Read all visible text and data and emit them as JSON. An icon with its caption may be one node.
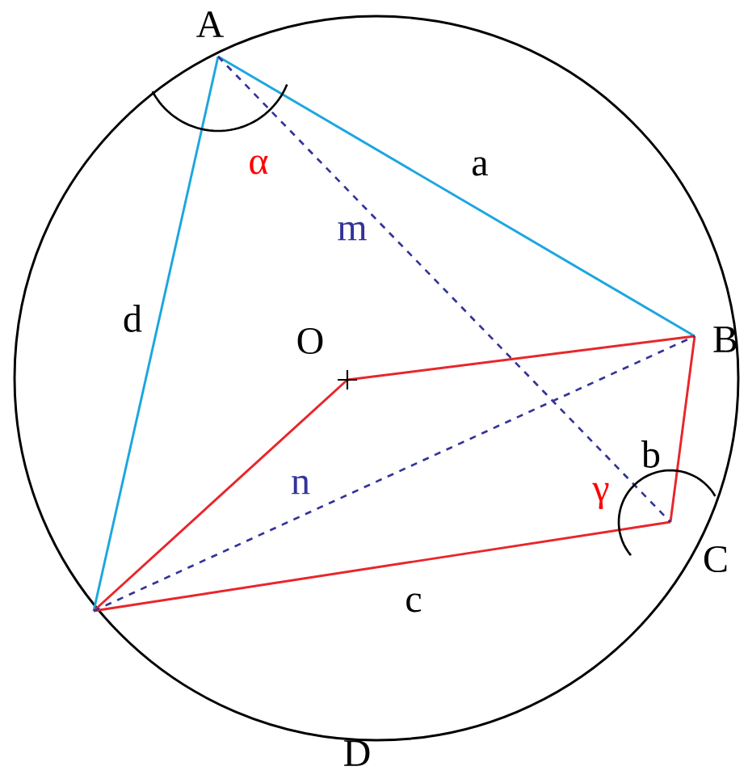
{
  "diagram": {
    "labels": [
      "A",
      "α",
      "a",
      "m",
      "d",
      "B",
      "O",
      "b",
      "n",
      "γ",
      "C",
      "c",
      "D"
    ]
  }
}
